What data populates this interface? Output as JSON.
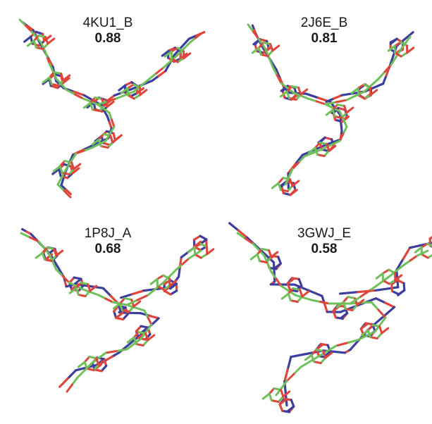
{
  "figure": {
    "panels": [
      {
        "id": "4KU1_B",
        "score": "0.88"
      },
      {
        "id": "2J6E_B",
        "score": "0.81"
      },
      {
        "id": "1P8J_A",
        "score": "0.68"
      },
      {
        "id": "3GWJ_E",
        "score": "0.58"
      }
    ],
    "colors": {
      "reference_carbon": "#6fbf5a",
      "model_carbon": "#3d3f9e",
      "oxygen": "#e0453c",
      "nitrogen": "#3d3f9e",
      "background": "#ffffff"
    }
  }
}
